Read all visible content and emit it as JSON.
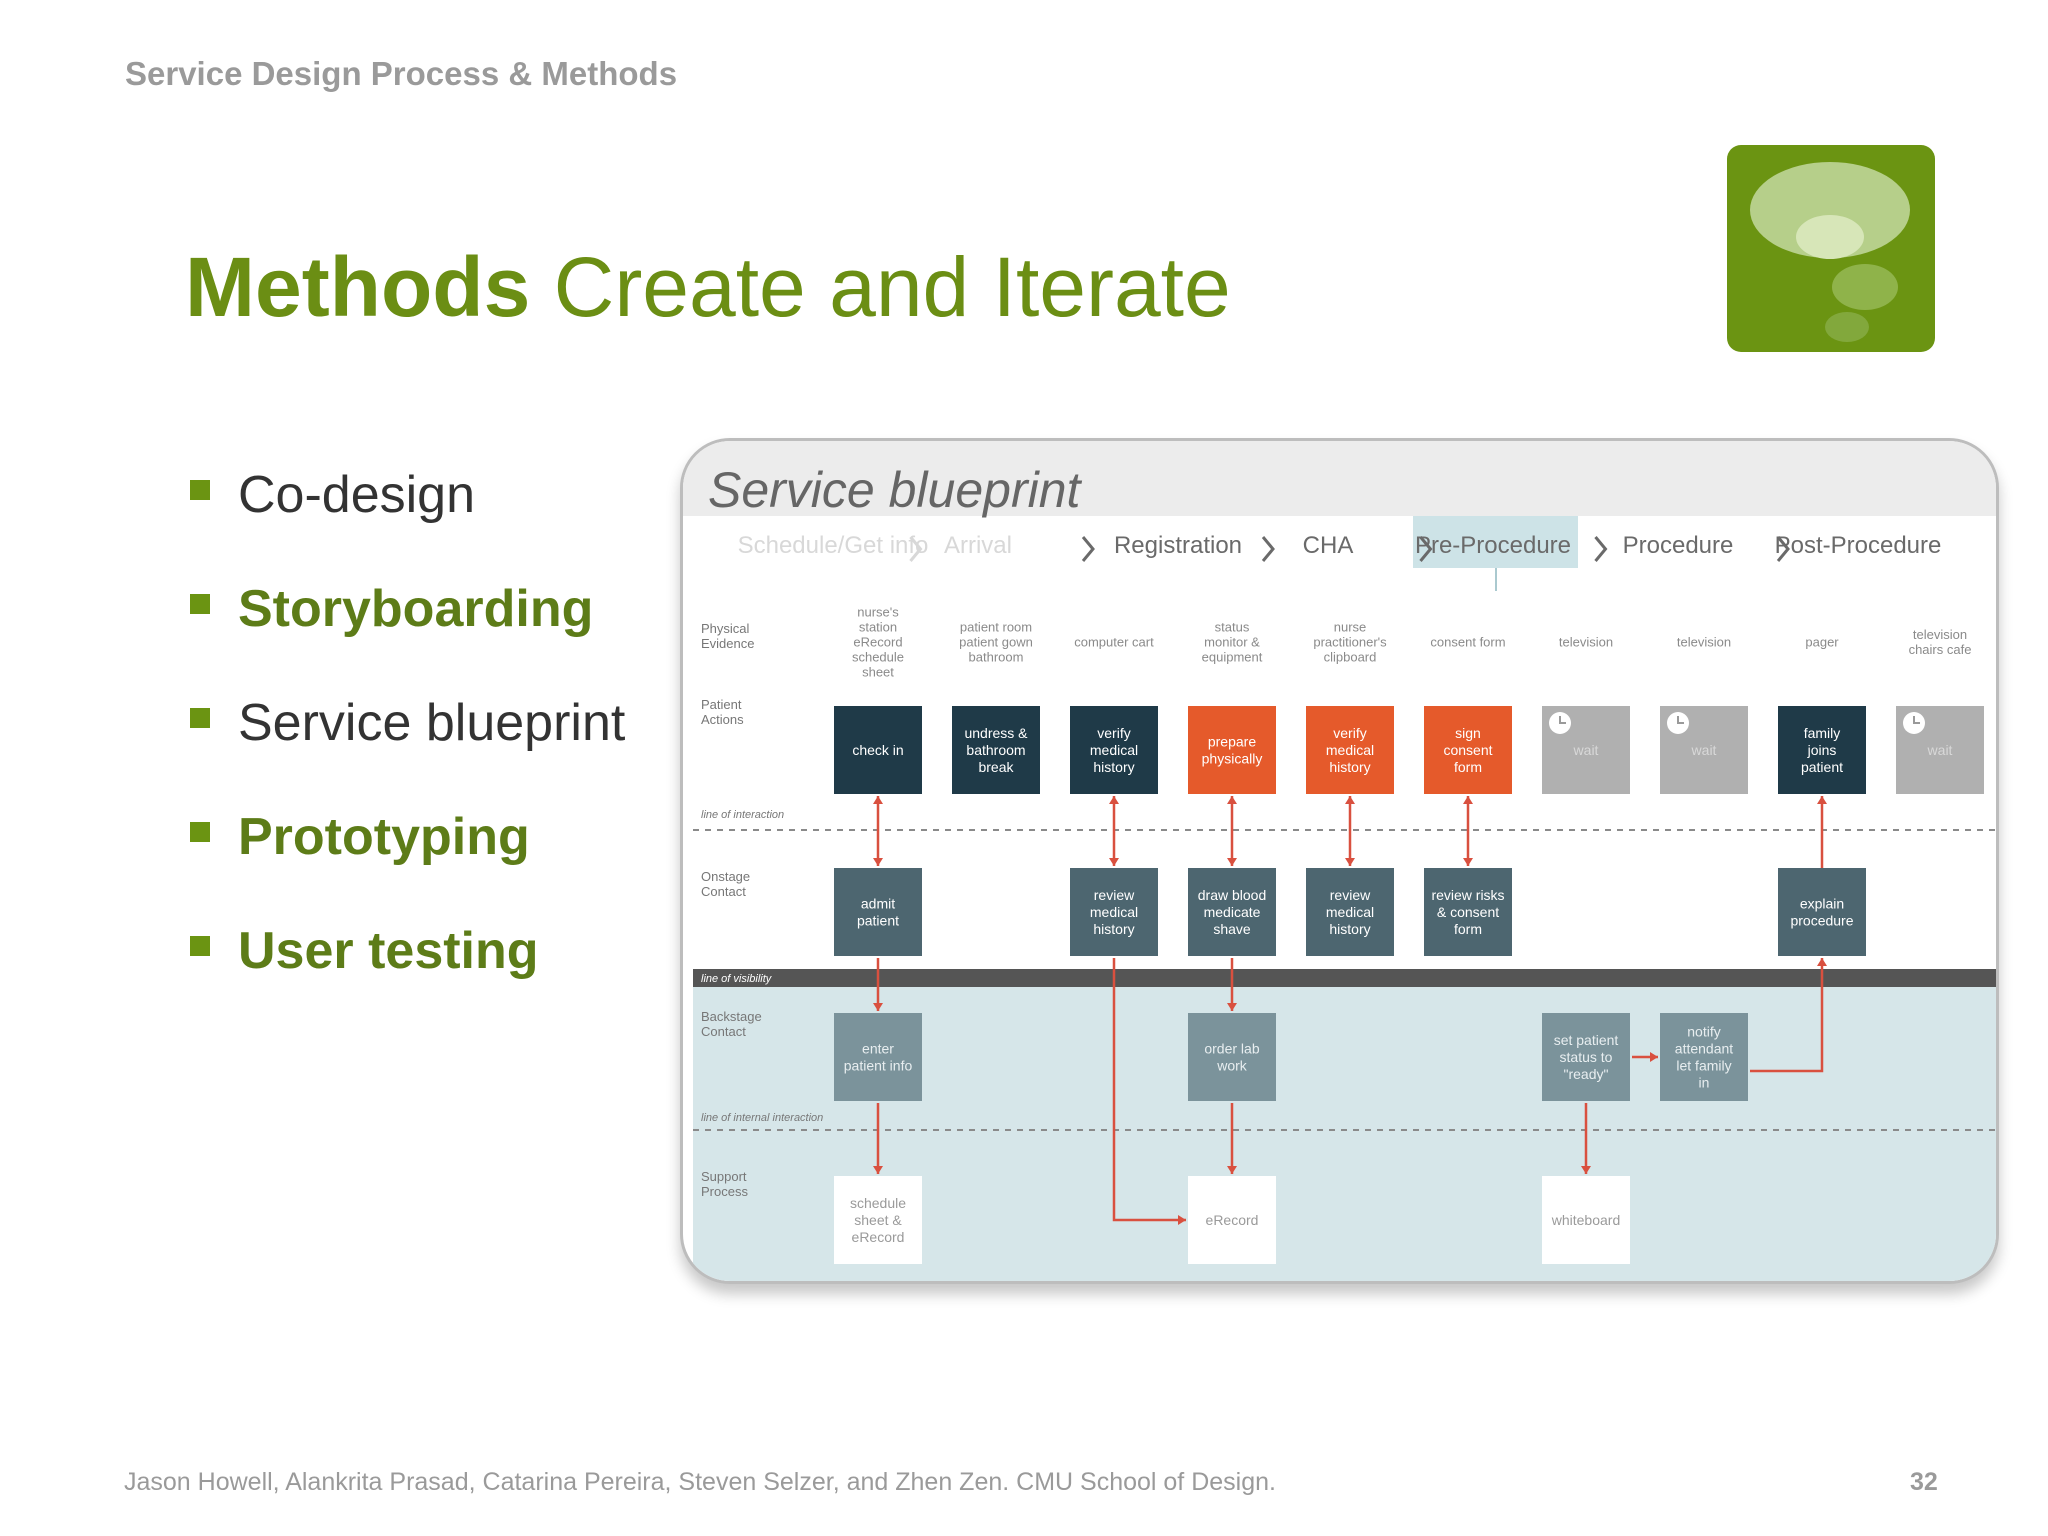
{
  "header": {
    "kicker": "Service Design Process & Methods"
  },
  "title": {
    "bold": "Methods",
    "regular": " Create and Iterate"
  },
  "bullets": [
    {
      "label": "Co-design",
      "emphasis": false
    },
    {
      "label": "Storyboarding",
      "emphasis": true
    },
    {
      "label": "Service blueprint",
      "emphasis": false
    },
    {
      "label": "Prototyping",
      "emphasis": true
    },
    {
      "label": "User testing",
      "emphasis": true
    }
  ],
  "diagram": {
    "title": "Service blueprint",
    "phases": [
      "Schedule/Get info",
      "Arrival",
      "Registration",
      "CHA",
      "Pre-Procedure",
      "Procedure",
      "Post-Procedure"
    ],
    "row_labels": [
      "Physical Evidence",
      "Patient Actions",
      "Onstage Contact",
      "Backstage Contact",
      "Support Process"
    ],
    "line_labels": [
      "line of interaction",
      "line of visibility",
      "line of internal interaction"
    ],
    "physical_evidence": [
      "nurse's station eRecord schedule sheet",
      "patient room patient gown bathroom",
      "computer cart",
      "status monitor & equipment",
      "nurse practitioner's clipboard",
      "consent form",
      "television",
      "television",
      "pager",
      "television chairs cafe"
    ],
    "patient_actions": [
      "check in",
      "undress & bathroom break",
      "verify medical history",
      "prepare physically",
      "verify medical history",
      "sign consent form",
      "wait",
      "wait",
      "family joins patient",
      "wait"
    ],
    "onstage": [
      "admit patient",
      "review medical history",
      "draw blood medicate shave",
      "review medical history",
      "review risks & consent form",
      "explain procedure"
    ],
    "backstage": [
      "enter patient info",
      "order lab work",
      "set patient status to \"ready\"",
      "notify attendant let family in"
    ],
    "support": [
      "schedule sheet & eRecord",
      "eRecord",
      "whiteboard"
    ],
    "colors": {
      "dark": "#1f3a48",
      "orange": "#e55a2b",
      "gray": "#b0b0b0",
      "slate": "#4d6670",
      "slate_light": "#7b939b",
      "connector": "#d9503f",
      "backstage_bg": "#d6e6e9"
    }
  },
  "footer": {
    "credits": "Jason Howell, Alankrita Prasad, Catarina Pereira, Steven Selzer, and Zhen Zen. CMU School of Design.",
    "page": "32"
  }
}
